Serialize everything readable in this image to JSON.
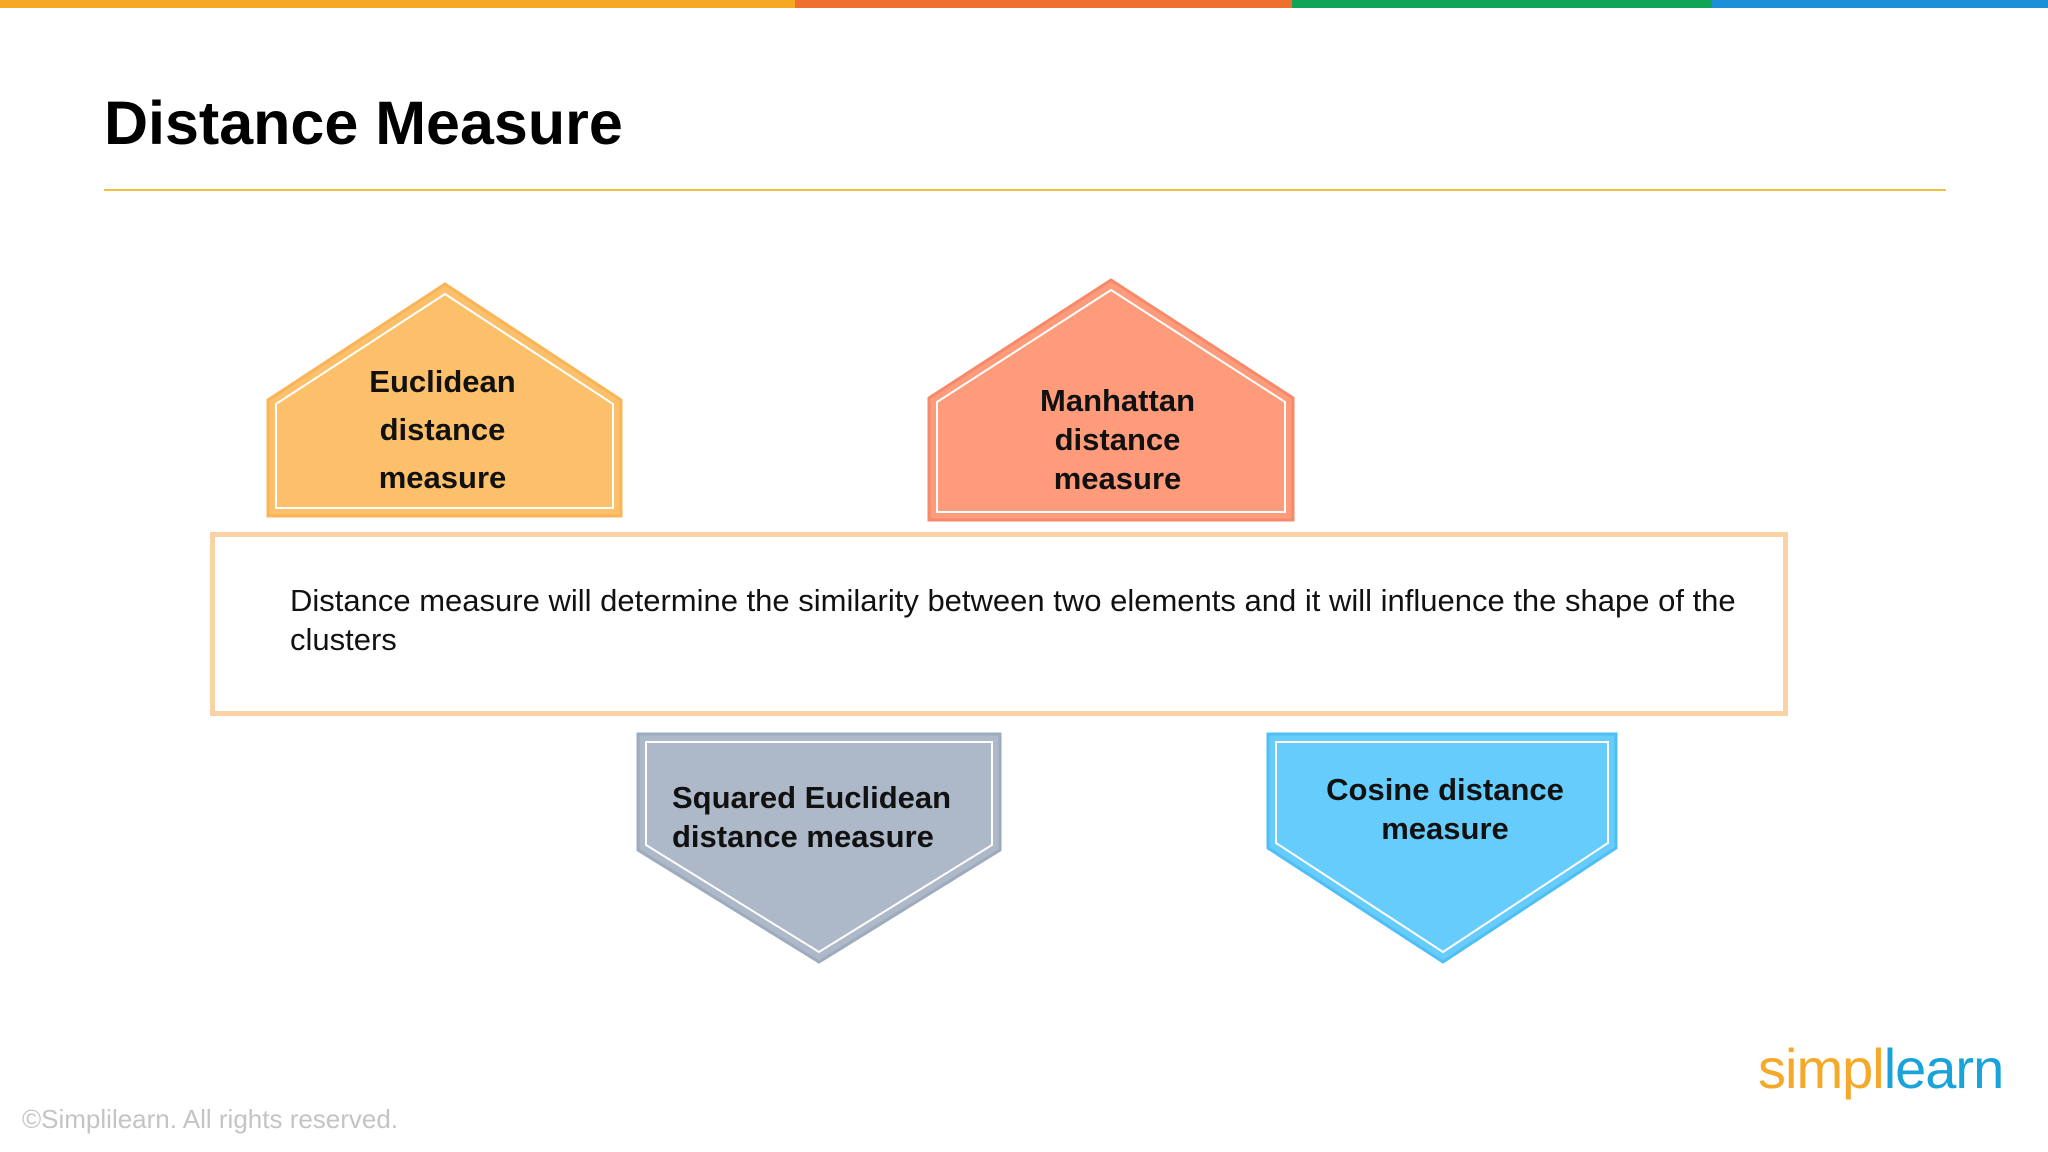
{
  "slide": {
    "title": "Distance Measure",
    "description": "Distance measure will determine the similarity between two elements and it will influence the shape of the clusters",
    "copyright": "©Simplilearn. All rights reserved.",
    "logo_part1": "simpl",
    "logo_part2": "learn"
  },
  "colors": {
    "top_bar": [
      "#f7a823",
      "#ef6f2e",
      "#10a456",
      "#1b8fd8"
    ],
    "rule": "#f0c040",
    "euclidean": "#fdc06a",
    "manhattan": "#fe9b7b",
    "squared": "#adb8c8",
    "cosine": "#66ccfb",
    "box_border": "#fbd2a5"
  },
  "measures": {
    "euclidean": {
      "line1": "Euclidean",
      "line2": "distance",
      "line3": "measure"
    },
    "manhattan": {
      "line1": "Manhattan",
      "line2": "distance",
      "line3": "measure"
    },
    "squared": {
      "line1": "Squared Euclidean",
      "line2": "distance measure"
    },
    "cosine": {
      "line1": "Cosine distance",
      "line2": "measure"
    }
  }
}
